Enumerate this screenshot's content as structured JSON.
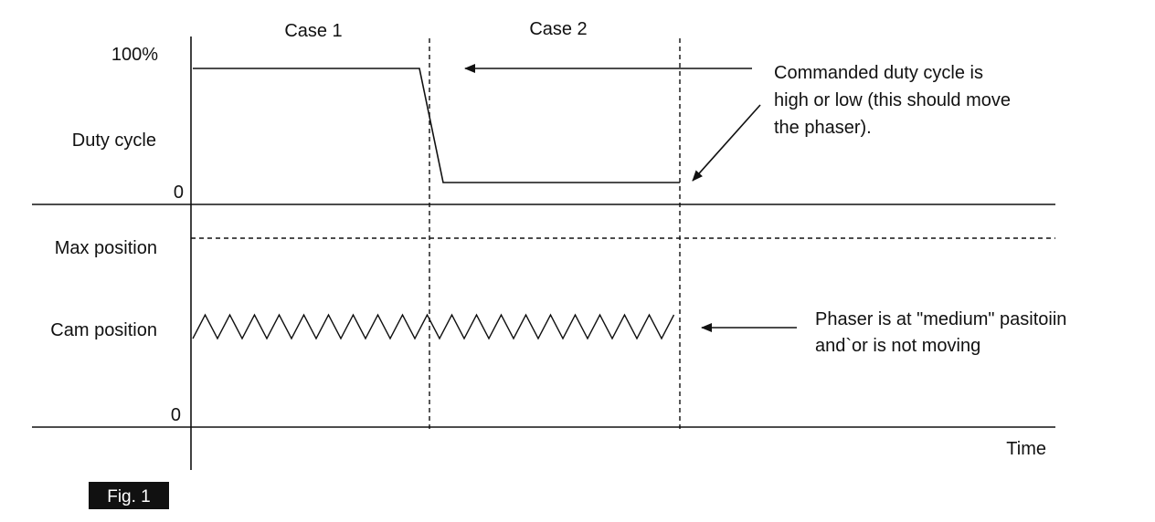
{
  "cases": {
    "case1": "Case 1",
    "case2": "Case 2"
  },
  "axis_labels": {
    "top_max": "100%",
    "duty_cycle": "Duty cycle",
    "top_zero": "0",
    "max_position": "Max position",
    "cam_position": "Cam position",
    "bottom_zero": "0",
    "time": "Time"
  },
  "annotations": {
    "duty_line1": "Commanded duty cycle is",
    "duty_line2": "high or low (this should move",
    "duty_line3": "the phaser).",
    "phaser_line1": "Phaser is at \"medium\" pasitoiin",
    "phaser_line2": "and`or is not moving"
  },
  "figure_label": "Fig. 1",
  "colors": {
    "ink": "#111111",
    "background": "#ffffff"
  }
}
